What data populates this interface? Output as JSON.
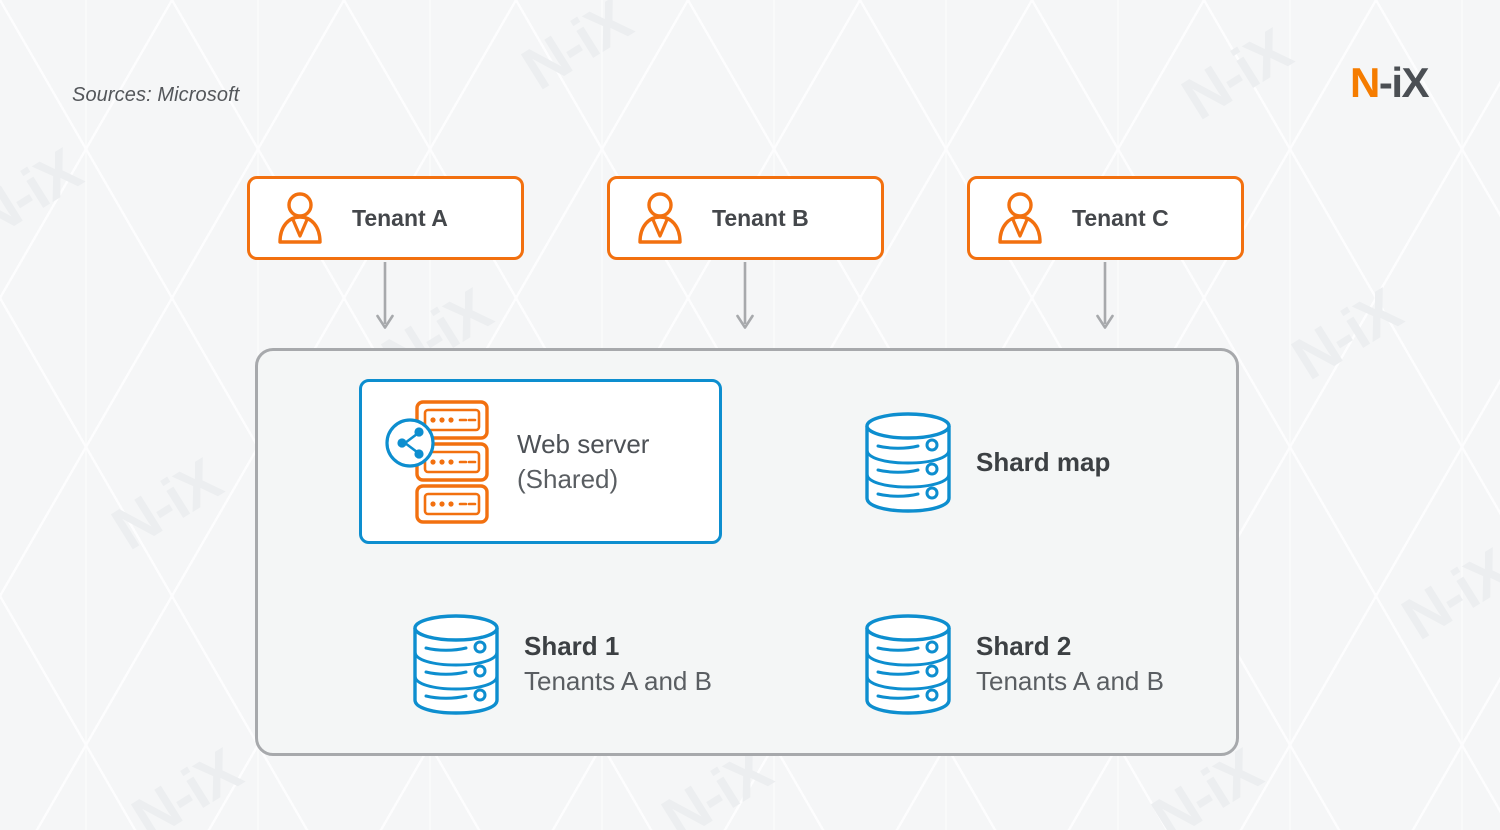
{
  "meta": {
    "source_note": "Sources: Microsoft",
    "logo_primary": "N",
    "logo_secondary": "-iX",
    "watermark_text": "N-iX"
  },
  "colors": {
    "orange": "#f2700f",
    "logo_orange": "#f57c00",
    "blue": "#0d8ecf",
    "gray_border": "#a7a9ac",
    "text_dark": "#44474b",
    "text_body": "#4d5156",
    "background": "#f5f6f7",
    "panel_fill": "#f4f6f6"
  },
  "tenants": [
    {
      "id": "a",
      "label": "Tenant A",
      "icon": "person-icon"
    },
    {
      "id": "b",
      "label": "Tenant B",
      "icon": "person-icon"
    },
    {
      "id": "c",
      "label": "Tenant C",
      "icon": "person-icon"
    }
  ],
  "arrows": [
    {
      "id": "a",
      "from": "Tenant A",
      "to": "container",
      "direction": "down"
    },
    {
      "id": "b",
      "from": "Tenant B",
      "to": "container",
      "direction": "down"
    },
    {
      "id": "c",
      "from": "Tenant C",
      "to": "container",
      "direction": "down"
    }
  ],
  "container": {
    "nodes": [
      {
        "id": "web-server",
        "icon": "server-stack-icon",
        "badge_icon": "share-network-icon",
        "title": "Web server",
        "subtitle": "(Shared)",
        "highlighted": true
      },
      {
        "id": "shard-map",
        "icon": "database-icon",
        "title": "Shard map",
        "subtitle": "",
        "highlighted": false
      },
      {
        "id": "shard-1",
        "icon": "database-icon",
        "title": "Shard 1",
        "subtitle": "Tenants A and B",
        "highlighted": false
      },
      {
        "id": "shard-2",
        "icon": "database-icon",
        "title": "Shard 2",
        "subtitle": "Tenants A and B",
        "highlighted": false
      }
    ]
  }
}
